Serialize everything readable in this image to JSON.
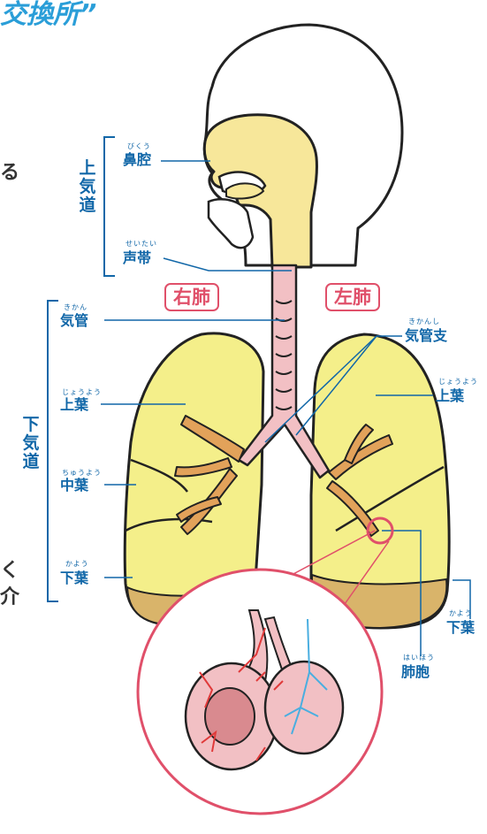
{
  "title": "交換所”",
  "left_edge_fragments": [
    "る",
    "く",
    "介"
  ],
  "upper_airway": {
    "bracket_label": "上気道",
    "nasal_cavity": {
      "label": "鼻腔",
      "reading": "びくう"
    },
    "vocal_cords": {
      "label": "声帯",
      "reading": "せいたい"
    }
  },
  "lung_tags": {
    "right_lung": "右肺",
    "left_lung": "左肺"
  },
  "lower_airway": {
    "bracket_label": "下気道",
    "trachea": {
      "label": "気管",
      "reading": "きかん"
    },
    "right_upper_lobe": {
      "label": "上葉",
      "reading": "じょうよう"
    },
    "right_middle_lobe": {
      "label": "中葉",
      "reading": "ちゅうよう"
    },
    "right_lower_lobe": {
      "label": "下葉",
      "reading": "かよう"
    }
  },
  "left_side": {
    "bronchi": {
      "label": "気管支",
      "reading": "きかんし"
    },
    "left_upper_lobe": {
      "label": "上葉",
      "reading": "じょうよう"
    },
    "left_lower_lobe": {
      "label": "下葉",
      "reading": "かよう"
    },
    "alveoli": {
      "label": "肺胞",
      "reading": "はいほう"
    }
  },
  "colors": {
    "label_blue": "#1167a8",
    "accent_pink": "#e0506a",
    "lung_yellow": "#f4ef8a",
    "lung_bottom": "#d9b46a",
    "airway_yellow": "#f7e79a",
    "trachea_pink": "#f2c0c4",
    "bronchi_orange": "#e2a25a",
    "vein_blue": "#4aaee0"
  }
}
